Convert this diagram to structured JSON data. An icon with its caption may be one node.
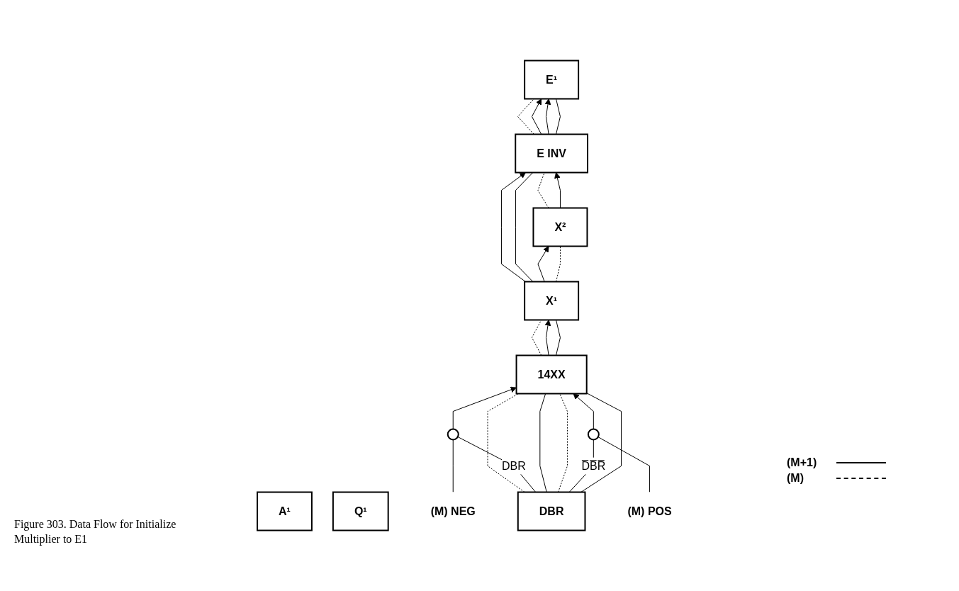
{
  "diagram": {
    "caption": "Figure 303. Data Flow for Initialize Multiplier to E1",
    "nodes": [
      {
        "text": [
          "A¹"
        ]
      },
      {
        "text": [
          "Q¹"
        ]
      },
      {
        "text": [
          "E¹"
        ]
      },
      {
        "text": [
          "E INV"
        ]
      },
      {
        "text": [
          "X²"
        ]
      },
      {
        "text": [
          "X¹"
        ]
      },
      {
        "text": [
          "14XX"
        ]
      },
      {
        "text": [],
        "shape": "circle"
      },
      {
        "text": [],
        "shape": "circle"
      },
      {
        "text": [
          "DBR"
        ]
      },
      {
        "text": [
          "(M) NEG"
        ]
      },
      {
        "text": [
          "(M) POS"
        ]
      }
    ],
    "edges": [
      {
        "from": 3,
        "to": 2,
        "arrow": "none",
        "style": "dashed"
      },
      {
        "from": 3,
        "to": 2,
        "arrow": "to"
      },
      {
        "from": 3,
        "to": 2,
        "arrow": "to"
      },
      {
        "from": 3,
        "to": 2,
        "arrow": "none"
      },
      {
        "from": 4,
        "to": 3,
        "arrow": "none",
        "style": "dashed"
      },
      {
        "from": 4,
        "to": 3,
        "arrow": "to"
      },
      {
        "from": 5,
        "to": 3,
        "arrow": "to"
      },
      {
        "from": 5,
        "to": 3,
        "arrow": "none"
      },
      {
        "from": 5,
        "to": 4,
        "arrow": "to"
      },
      {
        "from": 5,
        "to": 4,
        "arrow": "none",
        "style": "dashed"
      },
      {
        "from": 6,
        "to": 5,
        "arrow": "none",
        "style": "dashed"
      },
      {
        "from": 6,
        "to": 5,
        "arrow": "to"
      },
      {
        "from": 6,
        "to": 5,
        "arrow": "none"
      },
      {
        "from": 9,
        "to": 6,
        "arrow": "none",
        "style": "dashed"
      },
      {
        "from": 9,
        "to": 7,
        "arrow": "none",
        "label": "DBR"
      },
      {
        "from": 7,
        "to": 6,
        "arrow": "to"
      },
      {
        "from": 9,
        "to": 6,
        "arrow": "none"
      },
      {
        "from": 10,
        "to": 7,
        "arrow": "none"
      },
      {
        "from": 9,
        "to": 6,
        "arrow": "none",
        "style": "dashed"
      },
      {
        "from": 9,
        "to": 8,
        "arrow": "none",
        "label": "D̅B̅R̅"
      },
      {
        "from": 8,
        "to": 6,
        "arrow": "to"
      },
      {
        "from": 9,
        "to": 6,
        "arrow": "none"
      },
      {
        "from": 11,
        "to": 8,
        "arrow": "none"
      }
    ],
    "legend": [
      {
        "text": "(M+1)"
      },
      {
        "text": "(M)"
      }
    ]
  }
}
